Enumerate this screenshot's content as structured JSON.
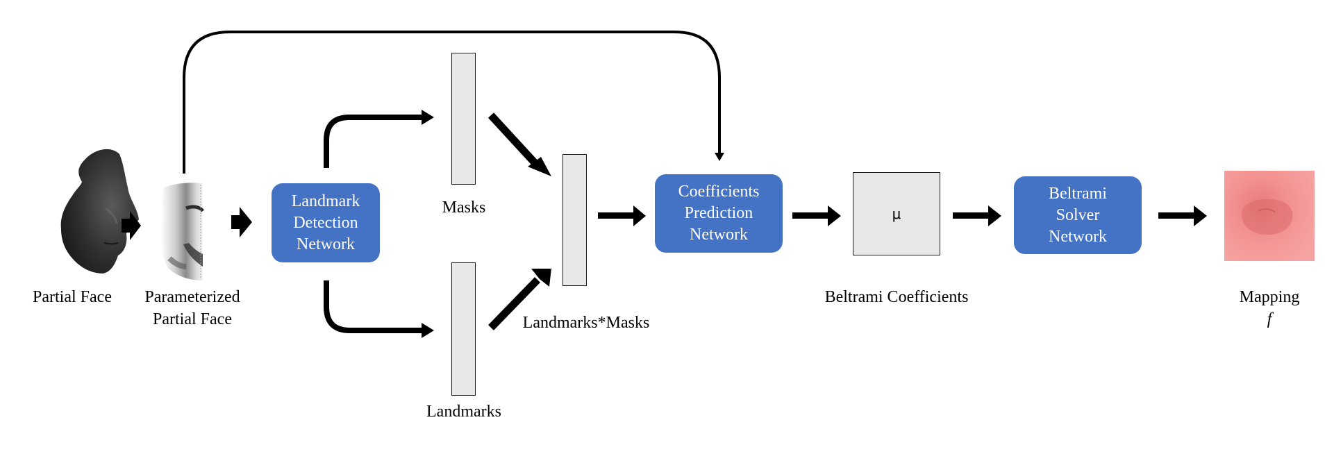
{
  "labels": {
    "partial_face": "Partial Face",
    "parameterized_line1": "Parameterized",
    "parameterized_line2": "Partial Face",
    "masks": "Masks",
    "landmarks": "Landmarks",
    "landmarks_masks": "Landmarks*Masks",
    "beltrami_coefficients": "Beltrami Coefficients",
    "mapping": "Mapping",
    "mapping_symbol": "f"
  },
  "networks": {
    "landmark_detection": [
      "Landmark",
      "Detection",
      "Network"
    ],
    "coefficients_prediction": [
      "Coefficients",
      "Prediction",
      "Network"
    ],
    "beltrami_solver": [
      "Beltrami",
      "Solver",
      "Network"
    ]
  },
  "mu_symbol": "μ",
  "colors": {
    "network_box": "#4472c4",
    "feature_box": "#e8e8e8",
    "mapping_image": "#f28b8b"
  },
  "icons": {
    "partial_face": "face-3d-render",
    "parameterized_face": "half-face-grayscale-texture",
    "mapping": "red-deformation-map"
  }
}
